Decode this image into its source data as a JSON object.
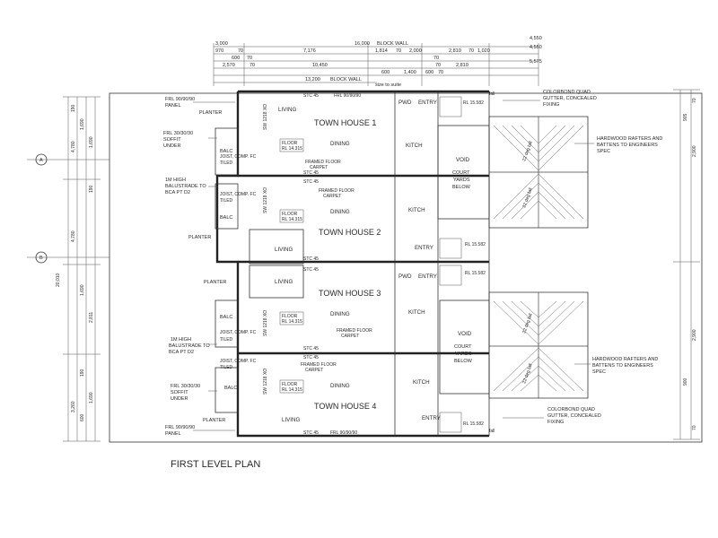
{
  "plan_title": "FIRST LEVEL PLAN",
  "houses": [
    {
      "name": "TOWN HOUSE 1",
      "floor_label": "FLOOR",
      "floor_rl": "RL 14.315"
    },
    {
      "name": "TOWN HOUSE 2",
      "floor_label": "FLOOR",
      "floor_rl": "RL 14.315"
    },
    {
      "name": "TOWN HOUSE 3",
      "floor_label": "FLOOR",
      "floor_rl": "RL 14.315"
    },
    {
      "name": "TOWN HOUSE 4",
      "floor_label": "FLOOR",
      "floor_rl": "RL 14.315"
    }
  ],
  "rooms": {
    "living": "LIVING",
    "dining": "DINING",
    "kitch": "KITCH",
    "balc": "BALC",
    "entry": "ENTRY",
    "pwd": "PWD",
    "void": "VOID",
    "court_yards": "COURT\nYARDS\nBELOW",
    "framed_floor": "FRAMED FLOOR",
    "carpet": "CARPET",
    "joist": "JOIST, COMP. FC",
    "tiled": "TILED",
    "stc": "STC 45",
    "frl_900": "FRL 90/90/90",
    "sw": "SW 1218 XO",
    "rl_small": "RL 15.582"
  },
  "notes": {
    "frl_panel_top": [
      "FRL 90/90/90",
      "PANEL"
    ],
    "planter": "PLANTER",
    "frl_soffit": [
      "FRL 30/30/30",
      "SOFFIT",
      "UNDER"
    ],
    "balustrade": [
      "1M HIGH",
      "BALUSTRADE TO",
      "BCA PT D2"
    ],
    "gutter_top": [
      "COLORBOND QUAD",
      "GUTTER, CONCEALED",
      "FIXING"
    ],
    "rafters": [
      "HARDWOOD RAFTERS AND",
      "BATTENS TO ENGINEERS",
      "SPEC"
    ],
    "fall": "fall",
    "deg_fall": "22 deg fall",
    "size_to_suite": "size to suite"
  },
  "top_dims": {
    "row1": [
      "3,000",
      "16,000",
      "BLOCK WALL",
      "4,550"
    ],
    "row2": [
      "970",
      "70",
      "7,176",
      "1,814",
      "70",
      "2,000",
      "2,810",
      "70",
      "1,020",
      "4,550"
    ],
    "row3": [
      "600",
      "70",
      "70"
    ],
    "row4": [
      "2,570",
      "70",
      "10,450",
      "70",
      "2,810",
      "5,575"
    ],
    "row5": [
      "600",
      "1,400",
      "600",
      "70"
    ],
    "row6": [
      "13,200",
      "BLOCK WALL"
    ]
  },
  "left_dims": [
    "190",
    "1,690",
    "1,690",
    "4,780",
    "190",
    "4,780",
    "1,690",
    "2,811",
    "190",
    "1,690",
    "600",
    "3,260",
    "20,010"
  ],
  "grid_marks": [
    "A",
    "B"
  ],
  "right_dims": [
    "70",
    "905",
    "2,900",
    "2,900",
    "900",
    "70"
  ]
}
